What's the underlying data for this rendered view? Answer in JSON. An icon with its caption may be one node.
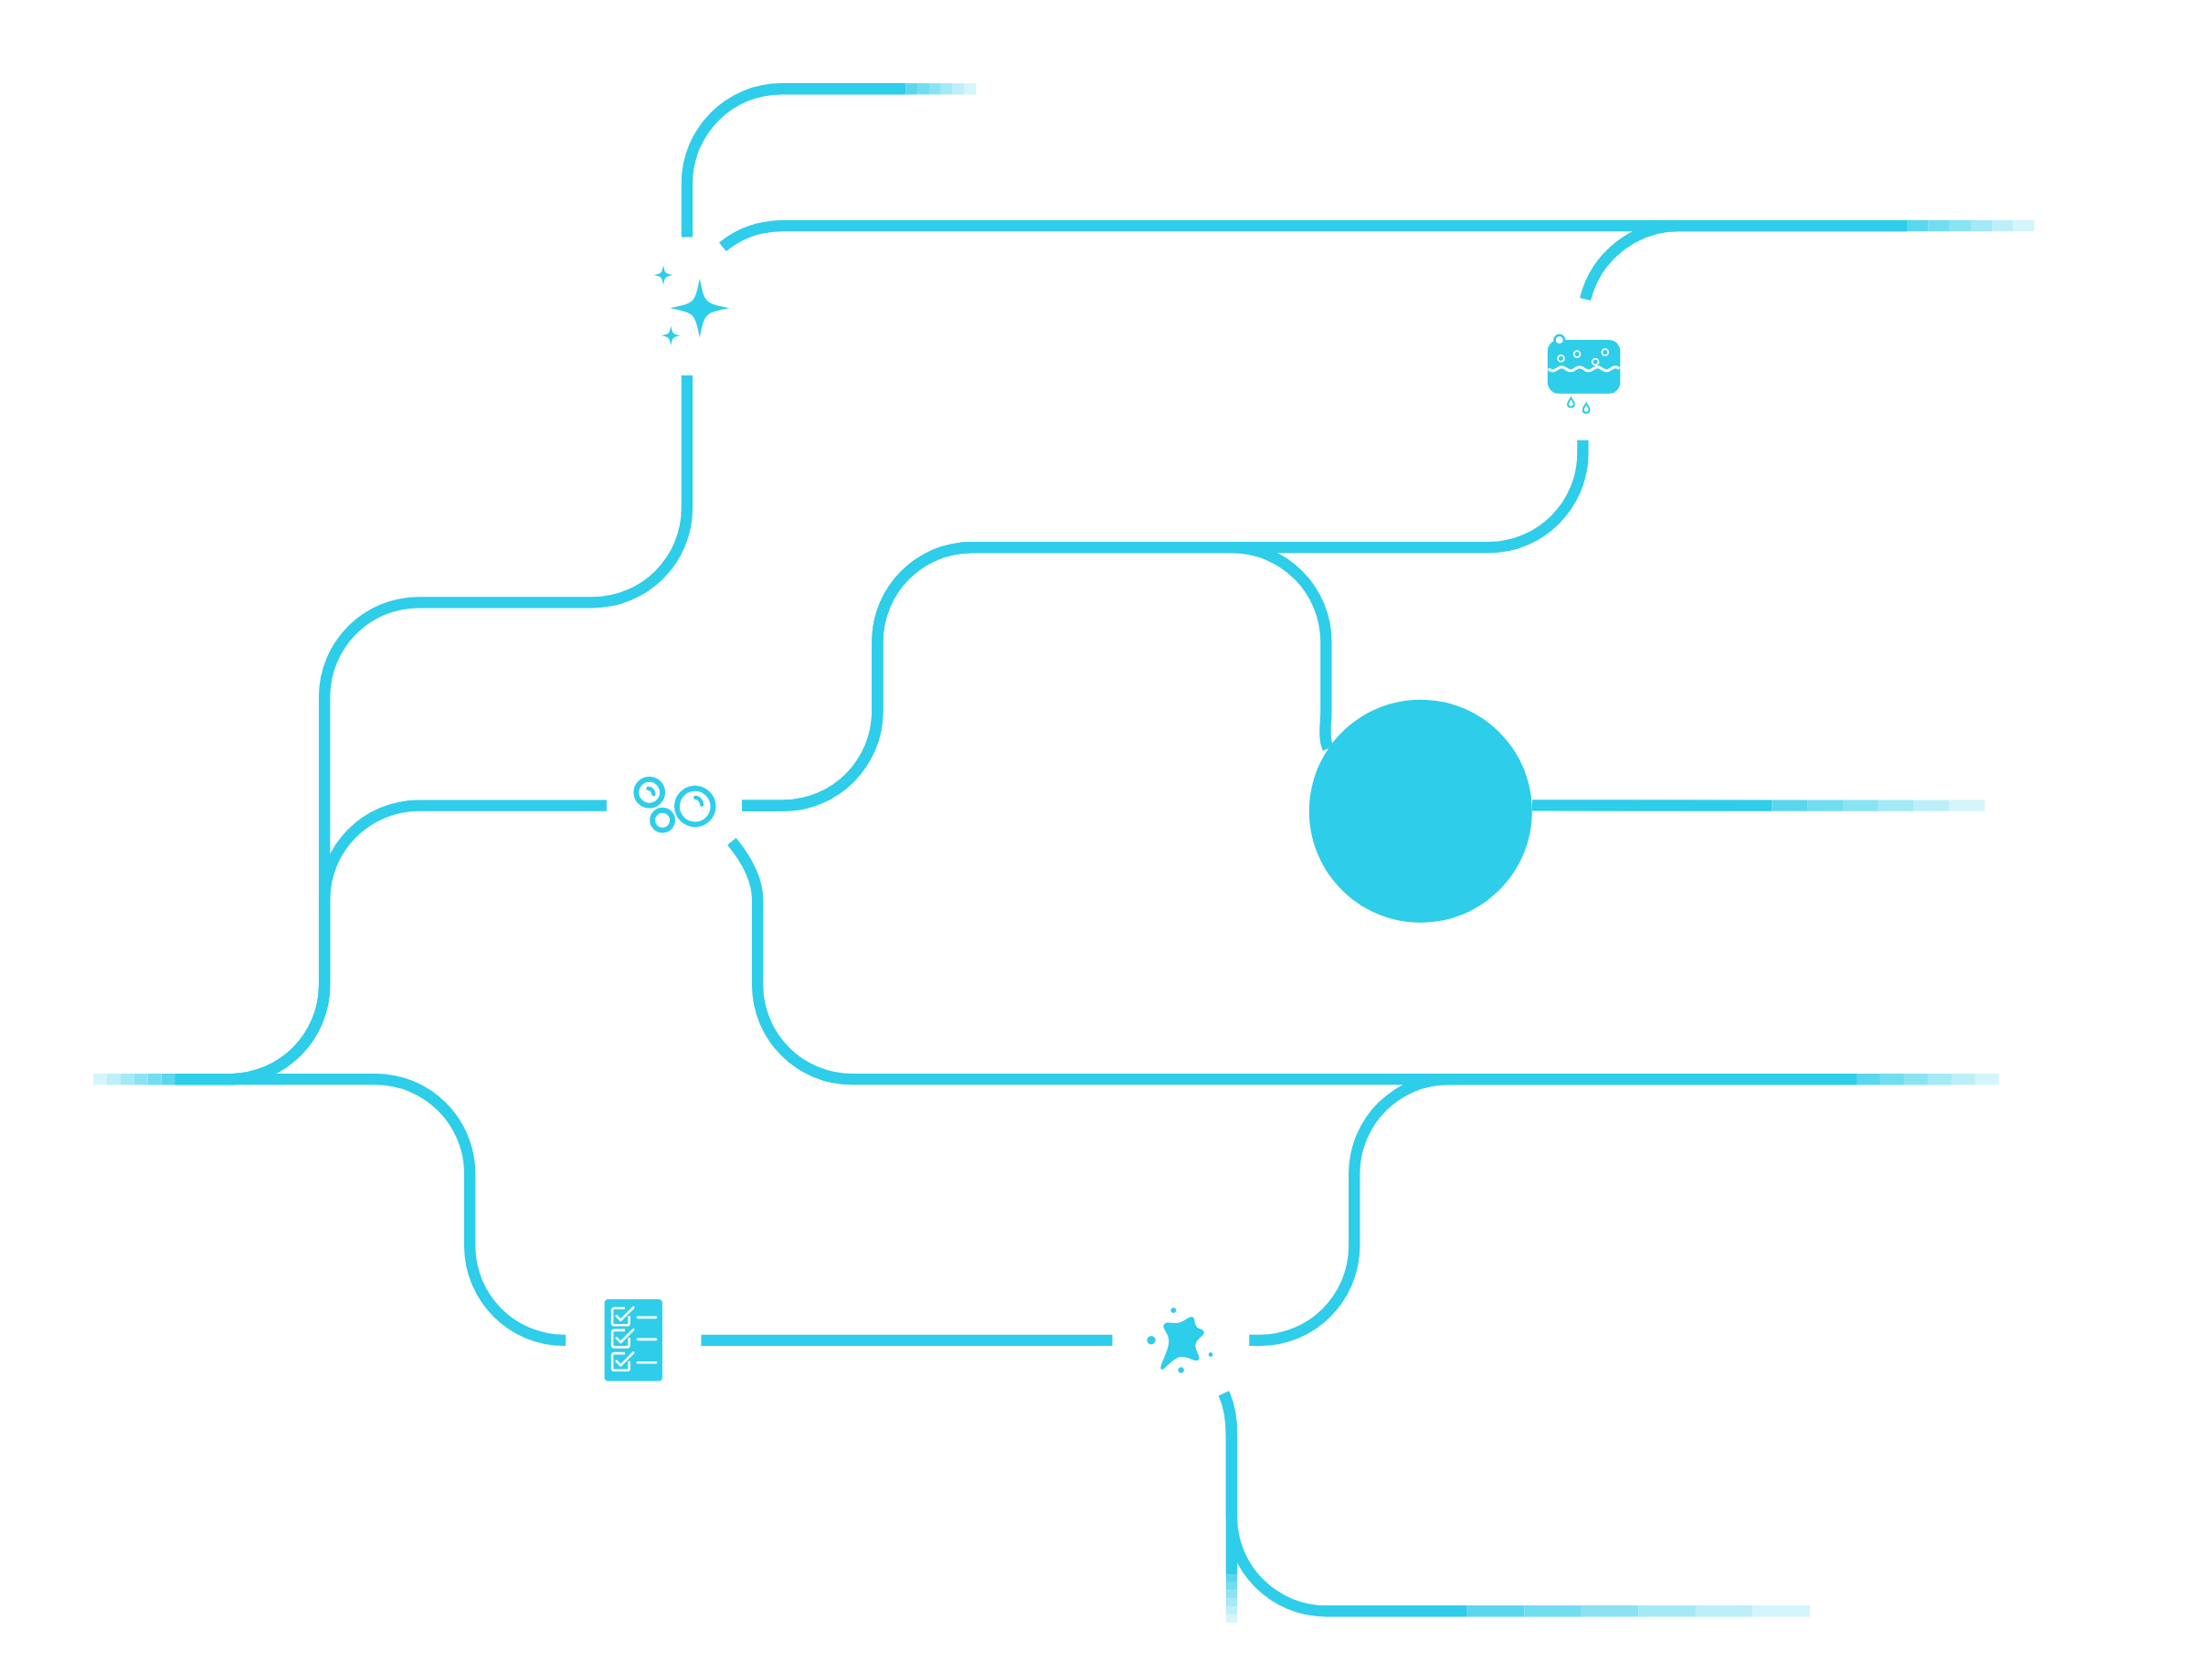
{
  "diagram": {
    "nodes": [
      {
        "text": [],
        "shape": "picture"
      },
      {
        "text": [],
        "shape": "picture"
      },
      {
        "text": [],
        "shape": "picture"
      },
      {
        "text": [],
        "shape": "circle"
      },
      {
        "text": [],
        "shape": "picture"
      },
      {
        "text": [],
        "shape": "picture"
      }
    ],
    "edges": [
      {
        "from": 0,
        "to": null,
        "arrow": "none"
      },
      {
        "from": 0,
        "to": null,
        "arrow": "none"
      },
      {
        "from": 1,
        "to": null,
        "arrow": "none"
      },
      {
        "from": 0,
        "to": null,
        "arrow": "none"
      },
      {
        "from": 2,
        "to": null,
        "arrow": "none"
      },
      {
        "from": null,
        "to": 4,
        "arrow": "none"
      },
      {
        "from": 2,
        "to": 1,
        "arrow": "none"
      },
      {
        "from": 2,
        "to": 3,
        "arrow": "none"
      },
      {
        "from": 3,
        "to": null,
        "arrow": "none"
      },
      {
        "from": 2,
        "to": null,
        "arrow": "none"
      },
      {
        "from": 5,
        "to": null,
        "arrow": "none"
      },
      {
        "from": 4,
        "to": 5,
        "arrow": "none"
      },
      {
        "from": 5,
        "to": null,
        "arrow": "none"
      },
      {
        "from": 5,
        "to": null,
        "arrow": "none"
      }
    ]
  }
}
